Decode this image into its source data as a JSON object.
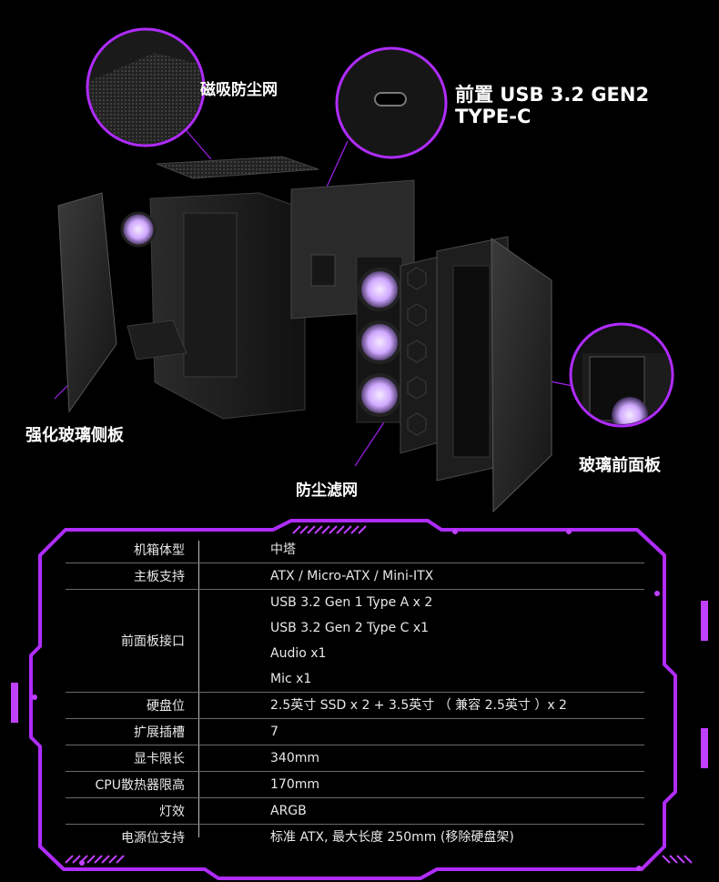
{
  "callouts": {
    "magnetic_filter": "磁吸防尘网",
    "usb_c_line1": "前置 USB 3.2 GEN2",
    "usb_c_line2": "TYPE-C",
    "side_panel": "强化玻璃侧板",
    "dust_filter": "防尘滤网",
    "front_panel": "玻璃前面板"
  },
  "specs": [
    {
      "key": "机箱体型",
      "values": [
        "中塔"
      ]
    },
    {
      "key": "主板支持",
      "values": [
        "ATX / Micro-ATX / Mini-ITX"
      ]
    },
    {
      "key": "前面板接口",
      "values": [
        "USB 3.2 Gen 1 Type A x 2",
        "USB 3.2 Gen 2 Type C x1",
        "Audio x1",
        "Mic x1"
      ]
    },
    {
      "key": "硬盘位",
      "values": [
        "2.5英寸 SSD x 2 + 3.5英寸 （ 兼容 2.5英寸 ）x 2"
      ]
    },
    {
      "key": "扩展插槽",
      "values": [
        "7"
      ]
    },
    {
      "key": "显卡限长",
      "values": [
        "340mm"
      ]
    },
    {
      "key": "CPU散热器限高",
      "values": [
        "170mm"
      ]
    },
    {
      "key": "灯效",
      "values": [
        "ARGB"
      ]
    },
    {
      "key": "电源位支持",
      "values": [
        "标准 ATX, 最大长度 250mm (移除硬盘架)"
      ]
    }
  ],
  "colors": {
    "accent": "#a020f0",
    "frame": "#b02cff",
    "background": "#000000"
  }
}
